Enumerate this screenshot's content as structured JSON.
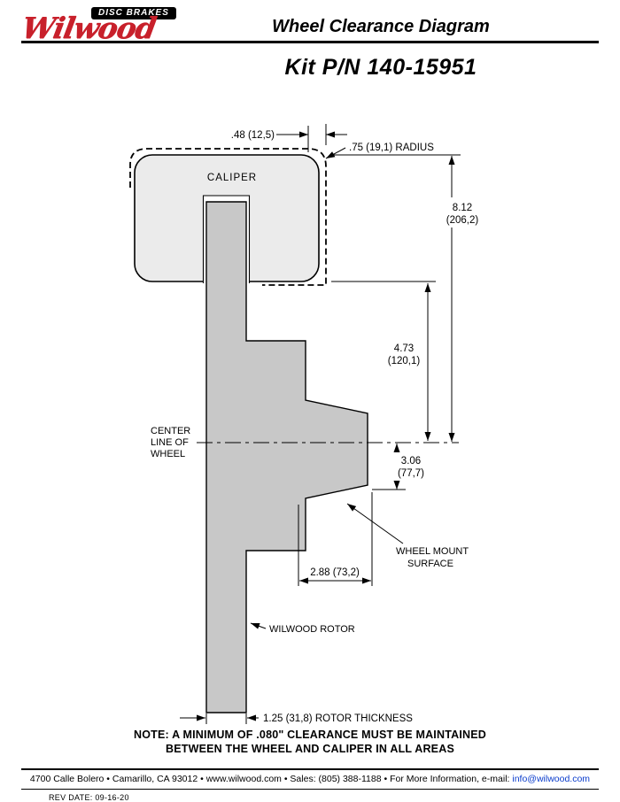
{
  "header": {
    "logo_tagline": "DISC BRAKES",
    "logo_brand": "Wilwood",
    "title": "Wheel Clearance Diagram"
  },
  "kit_number": "Kit P/N 140-15951",
  "diagram": {
    "caliper_label": "CALIPER",
    "centerline_label": {
      "l1": "CENTER",
      "l2": "LINE OF",
      "l3": "WHEEL"
    },
    "wheel_mount_label": {
      "l1": "WHEEL MOUNT",
      "l2": "SURFACE"
    },
    "rotor_label": "WILWOOD ROTOR",
    "dim_top_gap": ".48 (12,5)",
    "dim_radius": ".75 (19,1) RADIUS",
    "dim_caliper_top": {
      "l1": "8.12",
      "l2": "(206,2)"
    },
    "dim_caliper_bottom": {
      "l1": "4.73",
      "l2": "(120,1)"
    },
    "dim_hat": {
      "l1": "3.06",
      "l2": "(77,7)"
    },
    "dim_mount_offset": "2.88 (73,2)",
    "dim_rotor_thickness": "1.25 (31,8) ROTOR THICKNESS"
  },
  "note": {
    "line1": "NOTE: A MINIMUM OF .080\" CLEARANCE MUST BE MAINTAINED",
    "line2": "BETWEEN THE WHEEL AND CALIPER IN ALL AREAS"
  },
  "footer": {
    "segment1": "4700 Calle Bolero • Camarillo, CA 93012 • ",
    "web": "www.wilwood.com",
    "segment2": " • Sales: (805) 388-1188 • For More Information, e-mail: ",
    "email": "info@wilwood.com",
    "rev": "REV DATE:  09-16-20"
  },
  "colors": {
    "brand_red": "#c8202b",
    "link_blue": "#0a3ccc",
    "caliper_fill": "#ebebeb",
    "rotor_fill": "#c8c8c8"
  }
}
